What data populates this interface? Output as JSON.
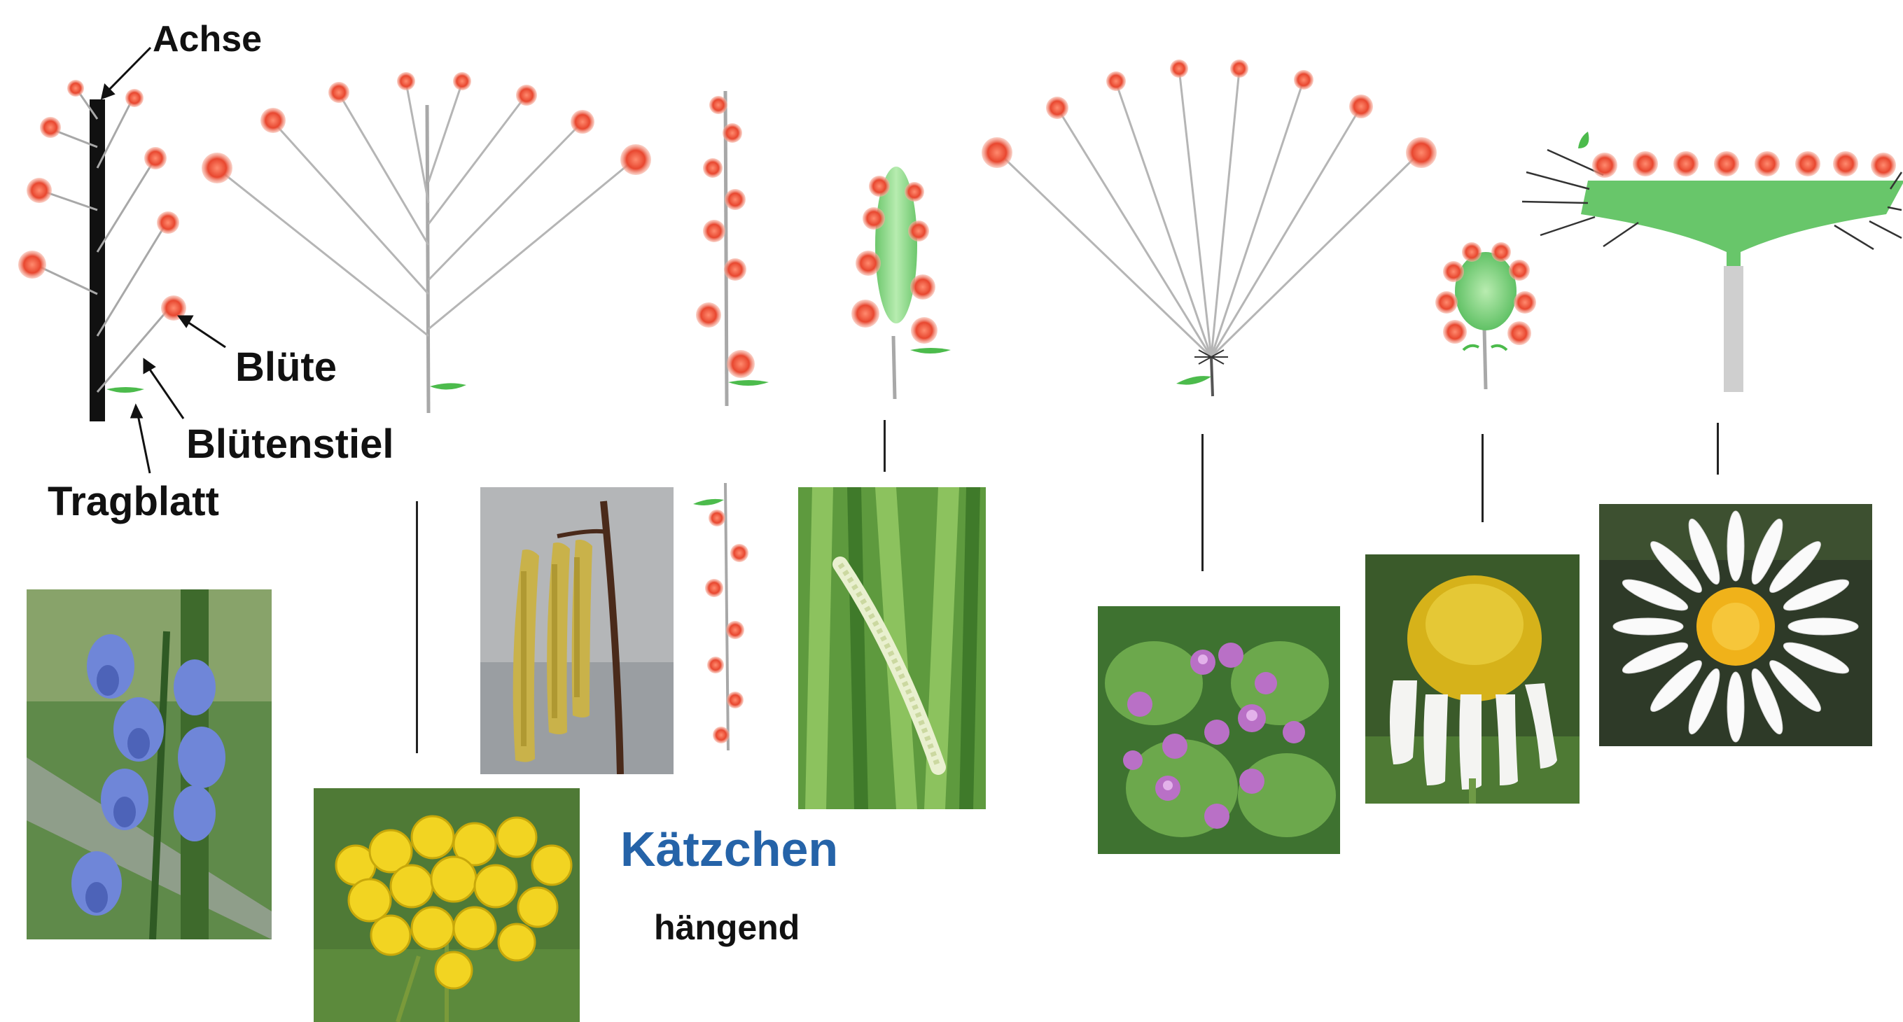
{
  "labels": {
    "achse": "Achse",
    "bluete": "Blüte",
    "bluetenstiel": "Blütenstiel",
    "tragblatt": "Tragblatt",
    "kaetzchen": "Kätzchen",
    "haengend": "hängend"
  },
  "colors": {
    "flower_red": "#e8472f",
    "stalk_grey": "#9a9a9a",
    "bract_green": "#4cbb4c",
    "axis_green": "#8fd78f",
    "kaetzchen_blue": "#2563a8",
    "text": "#111111"
  },
  "photos": [
    {
      "icon": "bluebell-photo"
    },
    {
      "icon": "tansy-photo"
    },
    {
      "icon": "hazel-catkin-photo"
    },
    {
      "icon": "plantain-spike-photo"
    },
    {
      "icon": "clover-photo"
    },
    {
      "icon": "chamomile-photo"
    },
    {
      "icon": "daisy-photo"
    }
  ]
}
